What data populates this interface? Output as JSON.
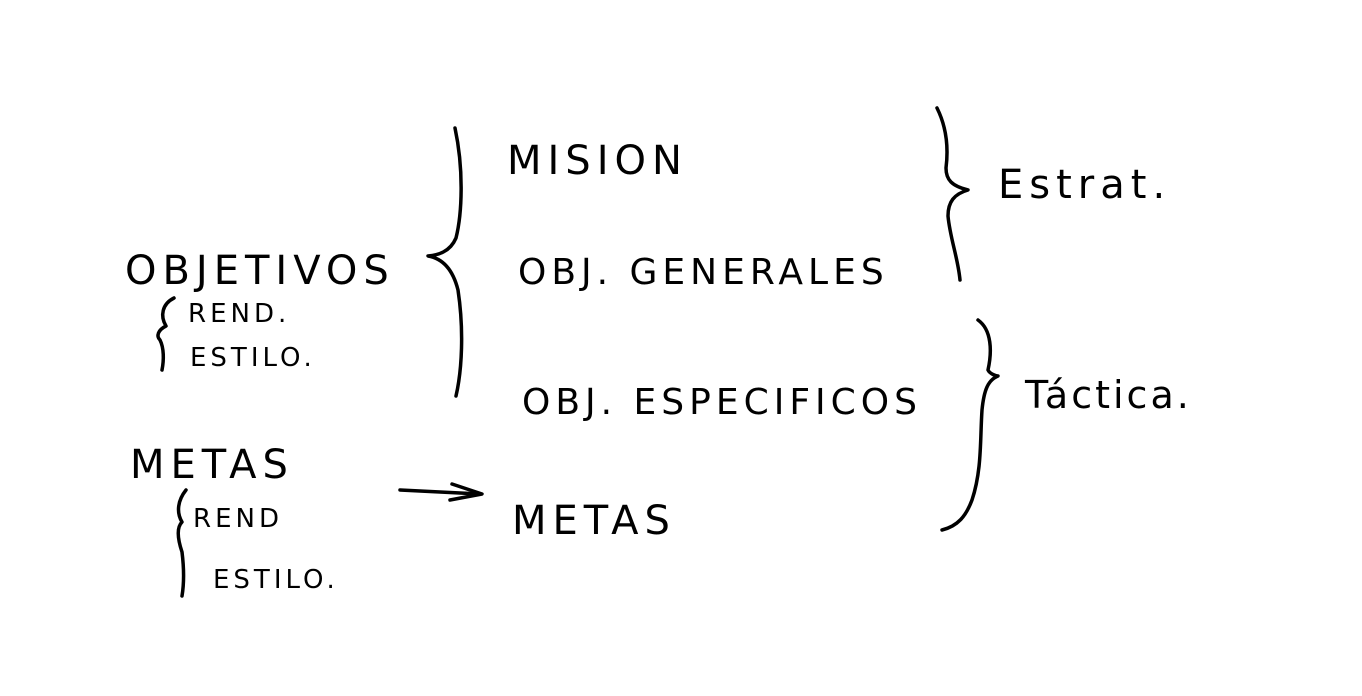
{
  "left": {
    "objetivos": {
      "title": "OBJETIVOS",
      "items": [
        "REND.",
        "ESTILO."
      ]
    },
    "metas": {
      "title": "METAS",
      "items": [
        "REND",
        "ESTILO."
      ]
    }
  },
  "middle": {
    "items": [
      "MISION",
      "OBJ. GENERALES",
      "OBJ. ESPECIFICOS"
    ],
    "metas": "METAS"
  },
  "right": {
    "strategic": "Estrat.",
    "tactical": "Táctica."
  },
  "colors": {
    "ink": "#000000",
    "paper": "#ffffff"
  }
}
